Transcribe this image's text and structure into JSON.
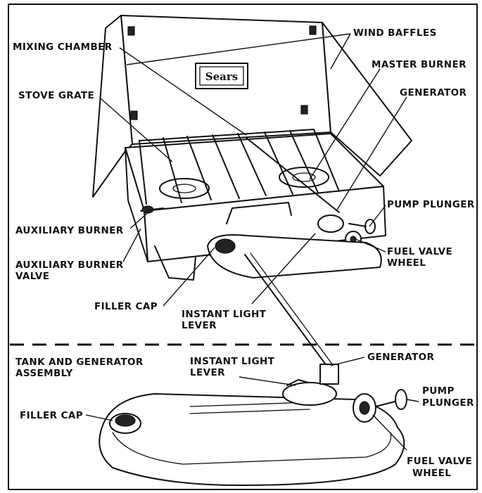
{
  "brand": "Sears",
  "labels": {
    "wind_baffles": "WIND BAFFLES",
    "mixing_chamber": "MIXING CHAMBER",
    "master_burner": "MASTER BURNER",
    "stove_grate": "STOVE GRATE",
    "generator_top": "GENERATOR",
    "pump_plunger_top": "PUMP PLUNGER",
    "auxiliary_burner": "AUXILIARY BURNER",
    "auxiliary_burner_valve_1": "AUXILIARY BURNER",
    "auxiliary_burner_valve_2": "VALVE",
    "fuel_valve_wheel_top_1": "FUEL VALVE",
    "fuel_valve_wheel_top_2": "WHEEL",
    "filler_cap_top": "FILLER CAP",
    "instant_light_lever_top_1": "INSTANT LIGHT",
    "instant_light_lever_top_2": "LEVER",
    "tank_assembly_1": "TANK AND GENERATOR",
    "tank_assembly_2": "ASSEMBLY",
    "instant_light_lever_bottom_1": "INSTANT LIGHT",
    "instant_light_lever_bottom_2": "LEVER",
    "generator_bottom": "GENERATOR",
    "pump_plunger_bottom_1": "PUMP",
    "pump_plunger_bottom_2": "PLUNGER",
    "filler_cap_bottom": "FILLER CAP",
    "fuel_valve_wheel_bottom_1": "FUEL VALVE",
    "fuel_valve_wheel_bottom_2": "WHEEL"
  }
}
